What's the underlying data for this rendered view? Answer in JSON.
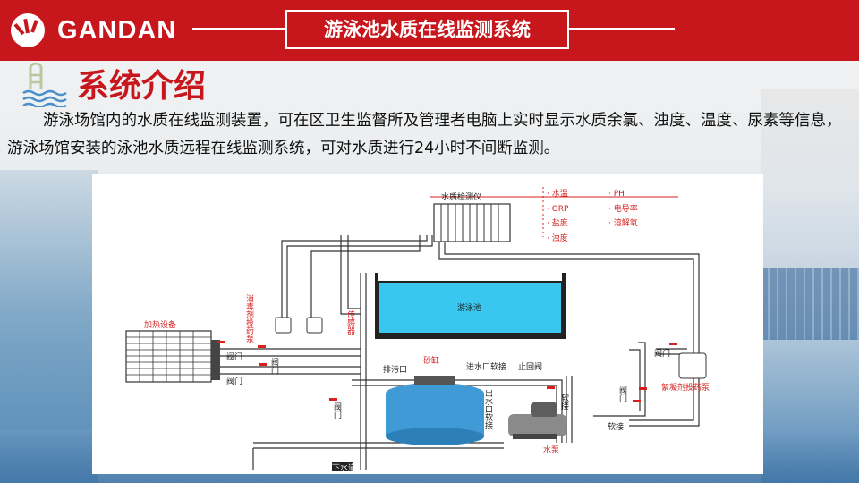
{
  "header": {
    "brand": "GANDAN",
    "system_title": "游泳池水质在线监测系统",
    "colors": {
      "brand_red": "#c8161d",
      "text": "#111111"
    }
  },
  "section": {
    "icon": "swimming-pool-ladder-icon",
    "title": "系统介绍",
    "intro": "游泳场馆内的水质在线监测装置，可在区卫生监督所及管理者电脑上实时显示水质余氯、浊度、温度、尿素等信息，游泳场馆安装的泳池水质远程在线监测系统，可对水质进行24小时不间断监测。"
  },
  "diagram": {
    "instrument": "水质检测仪",
    "params_left": [
      "· 水温",
      "· ORP",
      "· 盐度",
      "· 浊度"
    ],
    "params_right": [
      "· PH",
      "· 电导率",
      "· 溶解氧"
    ],
    "pool": "游泳池",
    "heater": "加热设备",
    "disinfect_pump": "消毒剂投药泵",
    "sensor": "传感器",
    "flocculant_pump": "絮凝剂投药泵",
    "sand_tank": "砂缸",
    "drain": "排污口",
    "inlet_hose": "进水口软接",
    "return": "止回阀",
    "outlet_hose": "出水口软接",
    "soft_joint": "软接",
    "pump": "水泵",
    "sewer": "下水道",
    "valve": "阀门"
  }
}
